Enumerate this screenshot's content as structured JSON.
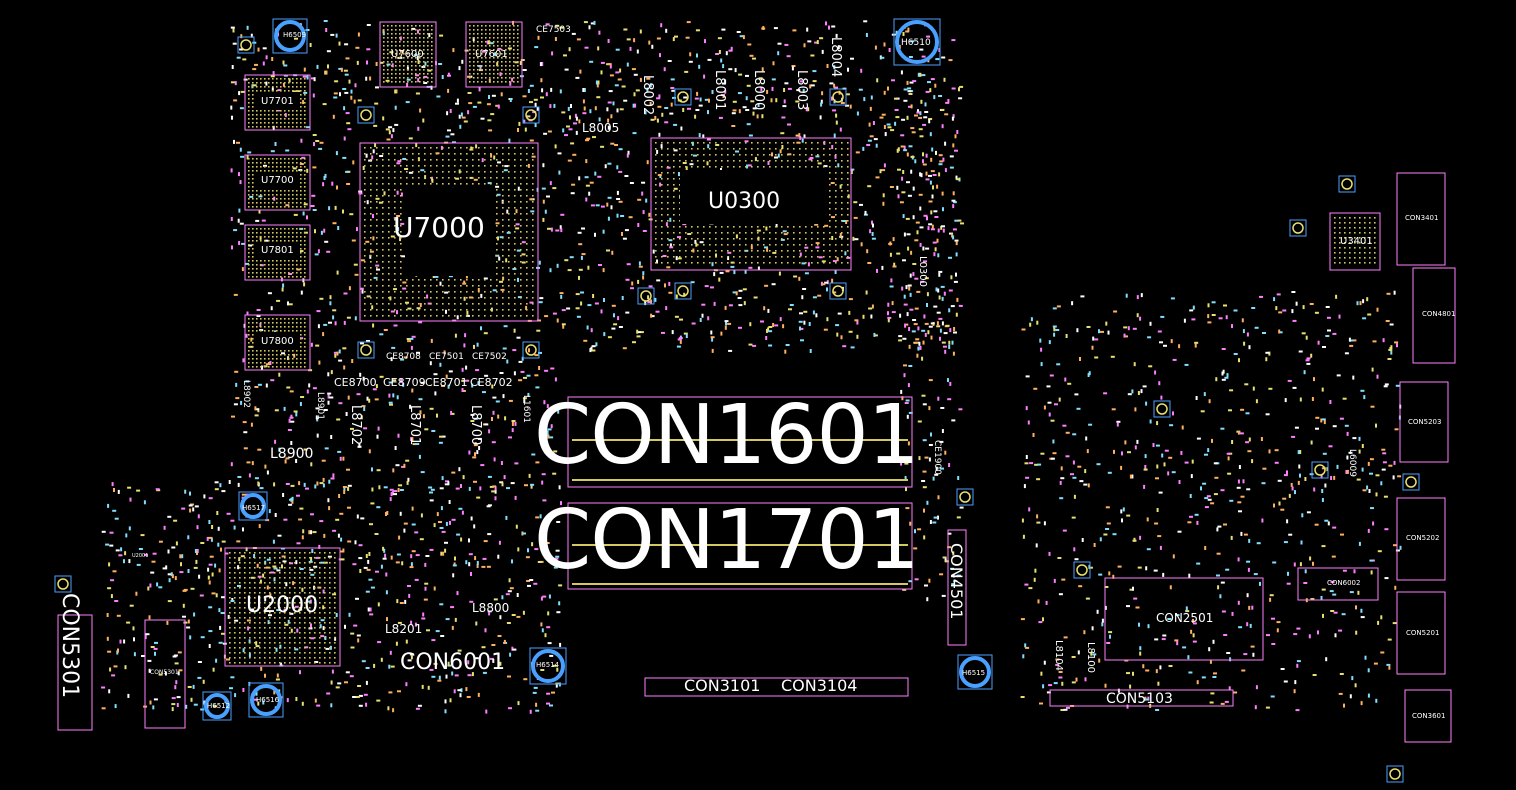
{
  "colors": {
    "background": "#000000",
    "outline": "#ff80ff",
    "holes": "#4aa0ff",
    "pads": "#e8e070",
    "label": "#ffffff"
  },
  "labels": {
    "con1601": "CON1601",
    "con1701": "CON1701",
    "u7000": "U7000",
    "u0300": "U0300",
    "u2000": "U2000",
    "con6001": "CON6001",
    "con3101": "CON3101",
    "con3104": "CON3104",
    "con5301": "CON5301",
    "con4501": "CON4501",
    "con2501": "CON2501",
    "con5103": "CON5103",
    "u7701": "U7701",
    "u7700": "U7700",
    "u7801": "U7801",
    "u7800": "U7800",
    "u7600": "U7600",
    "u7601": "U7601",
    "l8900": "L8900",
    "l8800": "L8800",
    "l8201": "L8201",
    "l8005": "L8005",
    "u3401": "U3401",
    "con3401": "CON3401",
    "con4801": "CON4801",
    "con5203": "CON5203",
    "con5202": "CON5202",
    "con5201": "CON5201",
    "con3601": "CON3601",
    "con6002": "CON6002",
    "h6509": "H6509",
    "h6510": "H6510",
    "h6517": "H6517",
    "h6514": "H6514",
    "h6515": "H6515",
    "h6516": "H6516",
    "h6512": "H6512",
    "ce8708": "CE8708",
    "ce7501": "CE7501",
    "ce7502": "CE7502",
    "ce8700": "CE8700",
    "ce8709": "CE8709",
    "ce8701": "CE8701",
    "ce8702": "CE8702",
    "ce7503": "CE7503",
    "l8702": "L8702",
    "l8701": "L8701",
    "l8700": "L8700",
    "l8001": "L8001",
    "l8000": "L8000",
    "l8003": "L8003",
    "l8004": "L8004",
    "l8002": "L8002",
    "l8902": "L8902",
    "l8901": "L8901",
    "l0300": "L0300",
    "ce1900": "CE1900",
    "l1601": "L1601",
    "l8104": "L8104",
    "l8100": "L8100",
    "l6009": "L6009",
    "u2001": "U2001",
    "con5301b": "CON5301"
  }
}
